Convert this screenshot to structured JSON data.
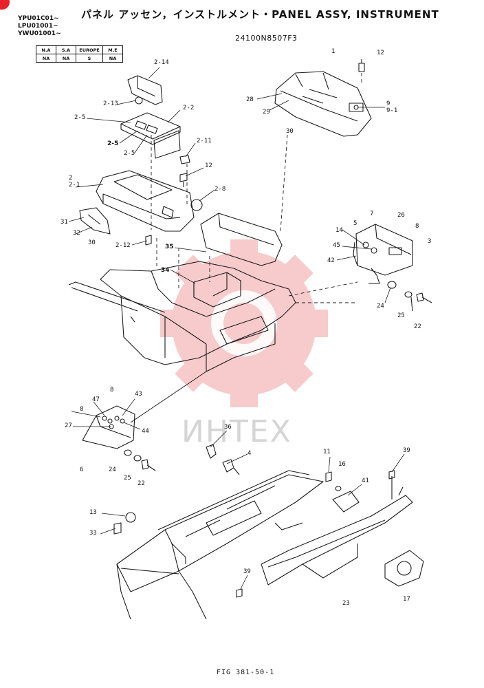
{
  "header": {
    "title": "パネル アッセン，インストルメント・PANEL ASSY, INSTRUMENT",
    "serials": [
      "YPU01C01~",
      "LPU01001~",
      "YWU01001~"
    ],
    "part_number": "24100N8507F3"
  },
  "market_table": {
    "headers": [
      "N.A",
      "S.A",
      "EUROPE",
      "M.E"
    ],
    "values": [
      "NA",
      "NA",
      "S",
      "NA"
    ]
  },
  "watermark": {
    "text": "ИНТЕХ"
  },
  "figure": {
    "caption": "FIG 381-50-1"
  },
  "colors": {
    "line": "#1a1a1a",
    "watermark": "#f4b3b3",
    "badge": "#e8202a"
  },
  "callouts": {
    "c1": "1",
    "c12a": "12",
    "c28": "28",
    "c29": "29",
    "c30a": "30",
    "c9": "9",
    "c91": "9-1",
    "c214": "2-14",
    "c213": "2-13",
    "c22": "2-2",
    "c25a": "2-5",
    "c25b": "2-5",
    "c25c": "2-5",
    "c211": "2-11",
    "c12b": "12",
    "c2": "2",
    "c21": "2-1",
    "c28b": "2-8",
    "c31": "31",
    "c32": "32",
    "c30b": "30",
    "c212": "2-12",
    "c35": "35",
    "c34": "34",
    "c7": "7",
    "c26": "26",
    "c5": "5",
    "c8a": "8",
    "c3": "3",
    "c14": "14",
    "c45": "45",
    "c42": "42",
    "c24a": "24",
    "c25d": "25",
    "c22a": "22",
    "c8b": "8",
    "c47": "47",
    "c43": "43",
    "c8c": "8",
    "c27": "27",
    "c44": "44",
    "c6": "6",
    "c24b": "24",
    "c25e": "25",
    "c22b": "22",
    "c36": "36",
    "c4": "4",
    "c11": "11",
    "c16": "16",
    "c39a": "39",
    "c41": "41",
    "c13": "13",
    "c33": "33",
    "c39b": "39",
    "c23": "23",
    "c17": "17"
  }
}
